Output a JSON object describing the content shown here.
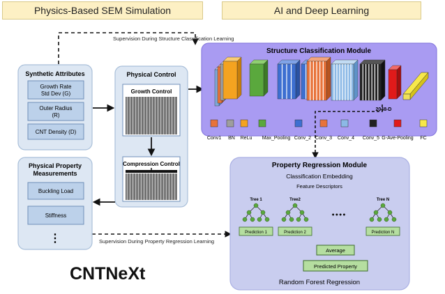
{
  "banners": {
    "left": "Physics-Based SEM Simulation",
    "right": "AI and Deep Learning"
  },
  "brand": "CNTNeXt",
  "arrows": {
    "top": "Supervision During Structure Classification Learning",
    "bottom": "Supervision During Property Regression Learning"
  },
  "synthetic": {
    "title": "Synthetic Attributes",
    "items": [
      [
        "Growth Rate",
        "Std Dev (G)"
      ],
      [
        "Outer Radius",
        "(R)"
      ],
      [
        "CNT Density (D)"
      ]
    ]
  },
  "physical_control": {
    "title": "Physical Control",
    "growth": "Growth Control",
    "compression": "Compression Control"
  },
  "property_measure": {
    "title_lines": [
      "Physical Property",
      "Measurements"
    ],
    "items": [
      "Buckling Load",
      "Stiffness"
    ],
    "more": "⋮"
  },
  "structure_module": {
    "title": "Structure Classification Module",
    "dim_label": "2048-D",
    "legend": [
      "Conv1",
      "BN",
      "ReLu",
      "Max_Pooling",
      "Conv_2",
      "Conv_3",
      "Conv_4",
      "Conv_5",
      "G-Ave-Pooling",
      "FC"
    ]
  },
  "regression_module": {
    "title": "Property Regression Module",
    "sub1": "Classification Embedding",
    "sub2": "Feature Descriptors",
    "trees": [
      "Tree 1",
      "Tree2",
      "Tree N"
    ],
    "ellipsis": "●●●●",
    "predictions": [
      "Prediction 1",
      "Prediction 2",
      "Prediction N"
    ],
    "average": "Average",
    "predicted": "Predicted Property",
    "footer": "Random Forest Regression"
  },
  "colors": {
    "banner": "#fdf0c4",
    "blue_panel": "#dde7f3",
    "blue_border": "#a9bfd9",
    "inner_box": "#bcd1ea",
    "structure_panel": "#a99bf2",
    "regression_panel": "#c9cdef",
    "green_box": "#b5dea0",
    "tree_green": "#5aa83d"
  }
}
